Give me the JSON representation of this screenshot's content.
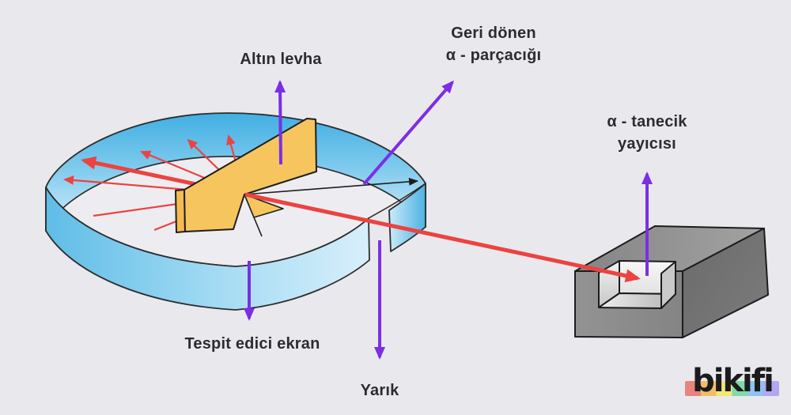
{
  "labels": {
    "gold_foil": "Altın levha",
    "returning_alpha": {
      "line1": "Geri dönen",
      "line2": "α - parçacığı"
    },
    "alpha_emitter": {
      "line1": "α - tanecik",
      "line2": "yayıcısı"
    },
    "detector_screen": "Tespit edici ekran",
    "slit": "Yarık"
  },
  "branding": {
    "logo_text": "bikifi",
    "stripe_colors": [
      "#e9837d",
      "#f2bd69",
      "#f3e873",
      "#7fd9a8",
      "#8fc3ef",
      "#b3a7f1"
    ]
  },
  "colors": {
    "background": "#e9e9ed",
    "alpha_ray_red": "#ec4340",
    "label_arrow_purple": "#7b2ee6",
    "gold_foil_yellow": "#f7c55e",
    "detector_ring_blue": "#45b2e4",
    "emitter_box_gray": "#8c8c8c",
    "outline_black": "#1e1e1e",
    "label_text": "#2b2b31"
  }
}
